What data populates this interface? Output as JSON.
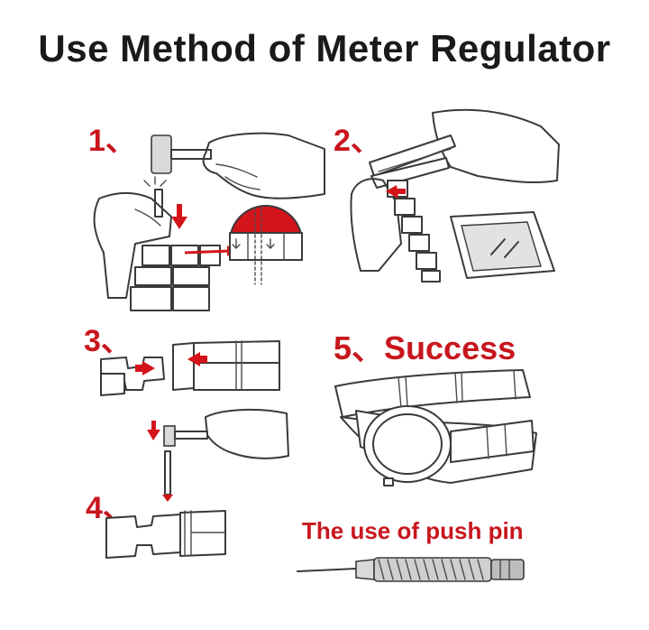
{
  "title": "Use Method of Meter Regulator",
  "steps": [
    {
      "number": "1、"
    },
    {
      "number": "2、"
    },
    {
      "number": "3、"
    },
    {
      "number": "4、"
    },
    {
      "number": "5、",
      "label": "Success"
    }
  ],
  "push_pin_label": "The use of push pin",
  "colors": {
    "accent": "#c8161d",
    "text": "#1a1a1a",
    "line": "#3a3a3a"
  }
}
